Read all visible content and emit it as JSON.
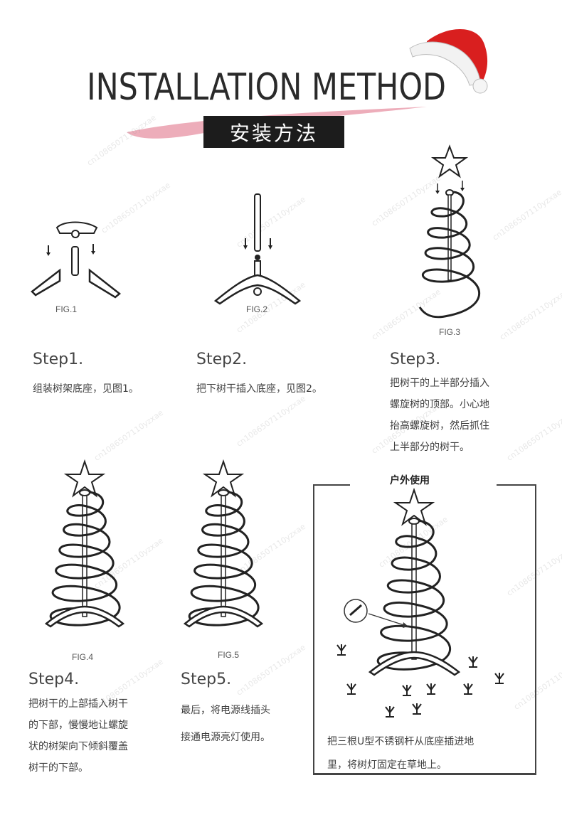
{
  "header": {
    "title_en": "INSTALLATION METHOD",
    "title_cn": "安装方法",
    "accent_color": "#e8a0ad",
    "hat_color": "#d91f1f"
  },
  "watermark": "cn1086507110yzxae",
  "figures": [
    {
      "label": "FIG.1",
      "depicts": "base-assembly"
    },
    {
      "label": "FIG.2",
      "depicts": "lower-trunk-into-base"
    },
    {
      "label": "FIG.3",
      "depicts": "spiral-top-and-star"
    },
    {
      "label": "FIG.4",
      "depicts": "spiral-tree-lowering"
    },
    {
      "label": "FIG.5",
      "depicts": "spiral-tree-complete"
    }
  ],
  "steps": [
    {
      "title": "Step1.",
      "lines": [
        "组装树架底座，见图1。"
      ]
    },
    {
      "title": "Step2.",
      "lines": [
        "把下树干插入底座，见图2。"
      ]
    },
    {
      "title": "Step3.",
      "lines": [
        "把树干的上半部分插入",
        "螺旋树的顶部。小心地",
        "抬高螺旋树，然后抓住",
        "上半部分的树干。"
      ]
    },
    {
      "title": "Step4.",
      "lines": [
        "把树干的上部插入树干",
        "的下部，慢慢地让螺旋",
        "状的树架向下倾斜覆盖",
        "树干的下部。"
      ]
    },
    {
      "title": "Step5.",
      "lines": [
        "最后，将电源线插头",
        "接通电源亮灯使用。"
      ]
    }
  ],
  "outdoor": {
    "title": "户外使用",
    "lines": [
      "把三根U型不锈钢杆从底座插进地",
      "里，将树灯固定在草地上。"
    ]
  }
}
